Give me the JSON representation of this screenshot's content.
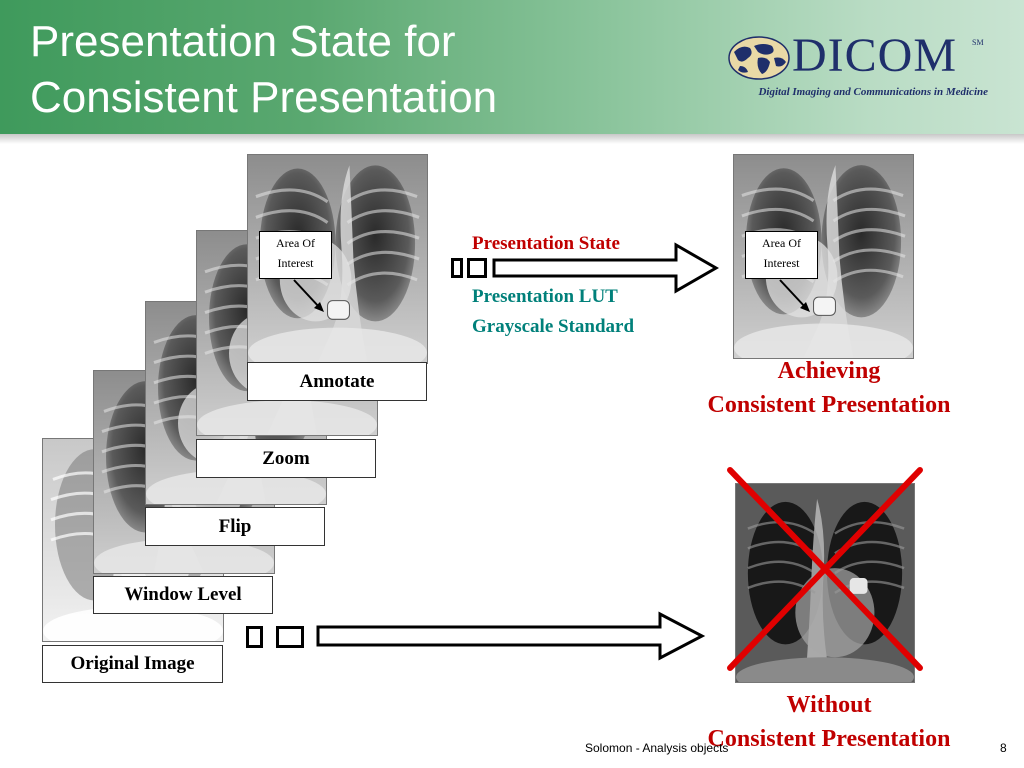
{
  "slide": {
    "title_line1": "Presentation State for",
    "title_line2": "Consistent Presentation"
  },
  "logo": {
    "name": "DICOM",
    "mark": "SM",
    "subtitle": "Digital Imaging and Communications in Medicine"
  },
  "stack": {
    "labels": [
      "Original Image",
      "Window Level",
      "Flip",
      "Zoom",
      "Annotate"
    ]
  },
  "annotation": {
    "line1": "Area Of",
    "line2": "Interest"
  },
  "flow": {
    "presentation_state": "Presentation State",
    "presentation_lut": "Presentation LUT",
    "grayscale_standard": "Grayscale Standard"
  },
  "result_good": {
    "line1": "Achieving",
    "line2": "Consistent Presentation"
  },
  "result_bad": {
    "line1": "Without",
    "line2": "Consistent Presentation"
  },
  "footer": {
    "author": "Solomon - Analysis objects",
    "page": "8"
  },
  "colors": {
    "header": "#4fa066",
    "red": "#c00000",
    "teal": "#00807a",
    "logo_navy": "#1f2f6b"
  }
}
